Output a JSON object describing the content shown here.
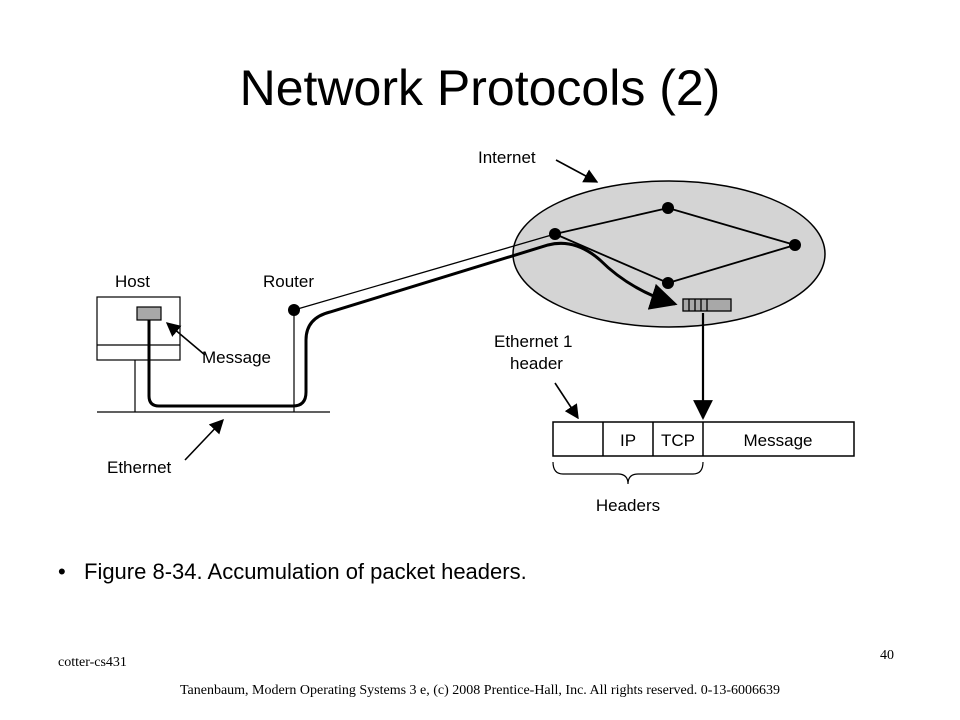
{
  "slide": {
    "title": "Network Protocols (2)",
    "bullet": "Figure 8-34. Accumulation of packet headers.",
    "footer_left": "cotter-cs431",
    "page_number": "40",
    "copyright": "Tanenbaum, Modern Operating Systems 3 e, (c) 2008 Prentice-Hall, Inc. All rights reserved. 0-13-6006639"
  },
  "diagram": {
    "labels": {
      "internet": "Internet",
      "host": "Host",
      "router": "Router",
      "message": "Message",
      "ethernet": "Ethernet",
      "ethernet_header_line1": "Ethernet 1",
      "ethernet_header_line2": "header",
      "headers": "Headers"
    },
    "packet_fields": [
      "",
      "IP",
      "TCP",
      "Message"
    ]
  }
}
